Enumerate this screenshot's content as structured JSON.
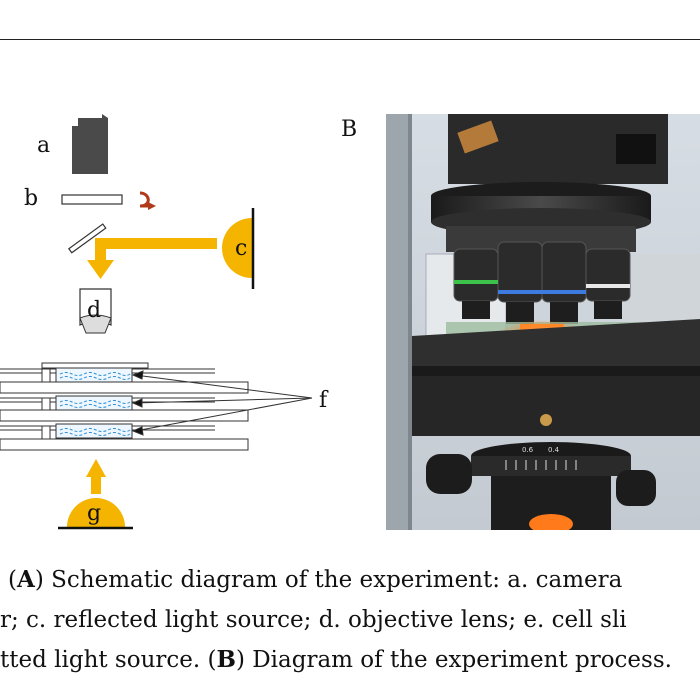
{
  "figure": {
    "panel_a": {
      "labels": [
        "a",
        "b",
        "c",
        "d",
        "f",
        "g"
      ]
    },
    "panel_b": {
      "label": "B",
      "photo_icon": "microscope-photo-icon",
      "lens_scale_marks": [
        "0.6",
        "0.4"
      ]
    },
    "caption": {
      "line1_a": "(",
      "line1_b": "A",
      "line1_c": ") Schematic diagram of the experiment: a.  camera",
      "line2": "r; c.  reflected light source; d.  objective lens; e.  cell sli",
      "line3_a": "tted light source. (",
      "line3_b": "B",
      "line3_c": ") Diagram of the experiment process."
    },
    "colors": {
      "light_beam": "#f4b400",
      "camera": "#4a4a4a",
      "water": "#2d8fd6",
      "rotate_arrow": "#b03a1a"
    }
  }
}
